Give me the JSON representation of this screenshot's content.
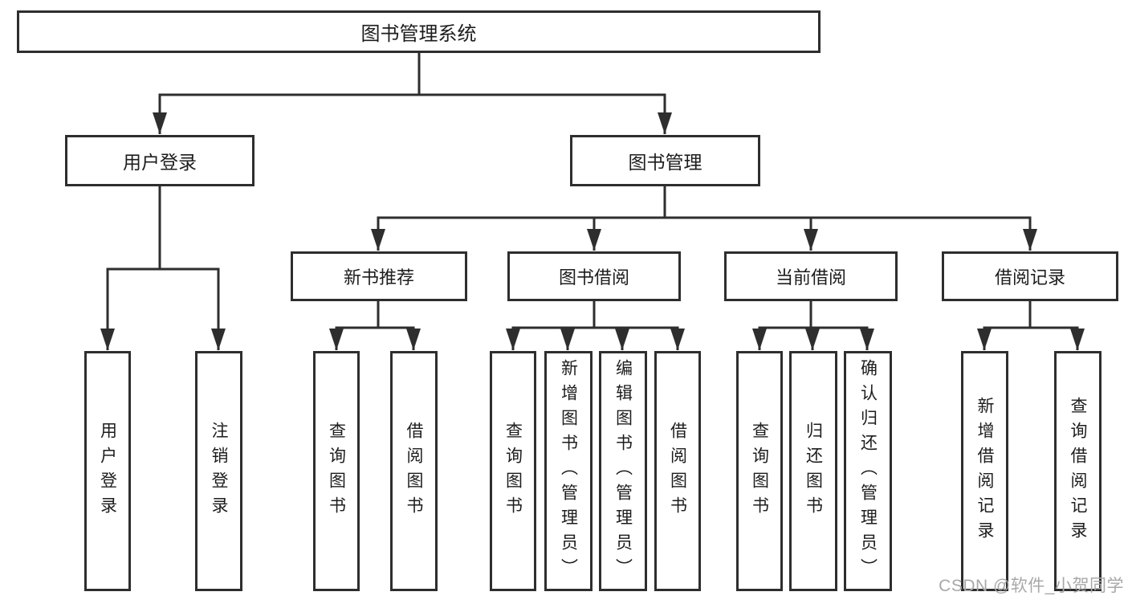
{
  "diagram": {
    "root": "图书管理系统",
    "branches": [
      {
        "label": "用户登录",
        "children": [
          "用户登录",
          "注销登录"
        ]
      },
      {
        "label": "图书管理",
        "groups": [
          {
            "label": "新书推荐",
            "children": [
              "查询图书",
              "借阅图书"
            ]
          },
          {
            "label": "图书借阅",
            "children": [
              "查询图书",
              "新增图书（管理员）",
              "编辑图书（管理员）",
              "借阅图书"
            ]
          },
          {
            "label": "当前借阅",
            "children": [
              "查询图书",
              "归还图书",
              "确认归还（管理员）"
            ]
          },
          {
            "label": "借阅记录",
            "children": [
              "新增借阅记录",
              "查询借阅记录"
            ]
          }
        ]
      }
    ]
  },
  "watermark": {
    "text": "CSDN @软件_小贺同学",
    "color": "#a8a8a8"
  },
  "colors": {
    "line": "#2e2e2e",
    "text": "#1d1d1f",
    "background": "#ffffff"
  }
}
